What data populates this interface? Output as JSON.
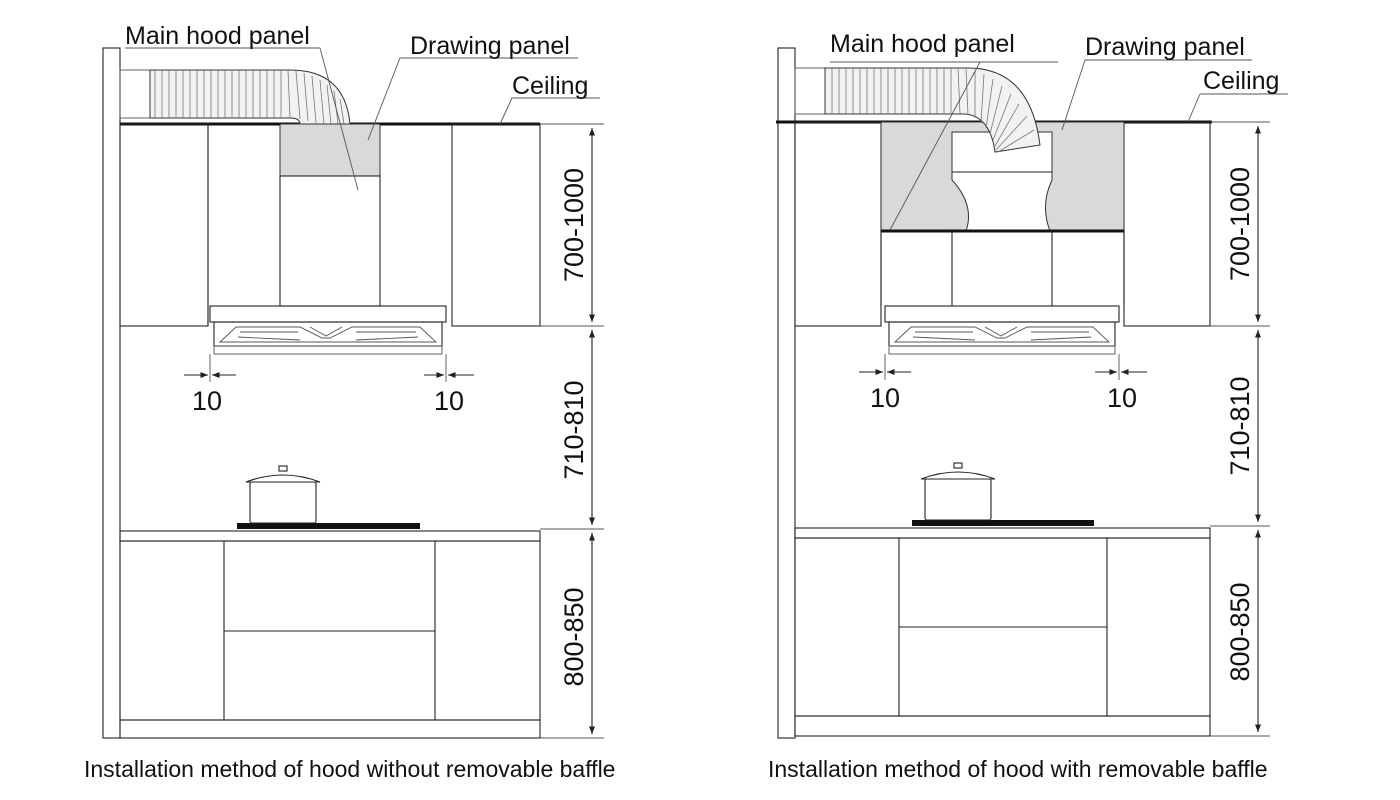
{
  "diagrams": [
    {
      "labels": {
        "main_hood_panel": "Main hood panel",
        "drawing_panel": "Drawing panel",
        "ceiling": "Ceiling"
      },
      "dims": {
        "upper": "700-1000",
        "middle": "710-810",
        "lower": "800-850",
        "gap_left": "10",
        "gap_right": "10"
      },
      "caption": "Installation method of hood without removable baffle"
    },
    {
      "labels": {
        "main_hood_panel": "Main hood panel",
        "drawing_panel": "Drawing panel",
        "ceiling": "Ceiling"
      },
      "dims": {
        "upper": "700-1000",
        "middle": "710-810",
        "lower": "800-850",
        "gap_left": "10",
        "gap_right": "10"
      },
      "caption": "Installation method of hood with removable baffle"
    }
  ]
}
